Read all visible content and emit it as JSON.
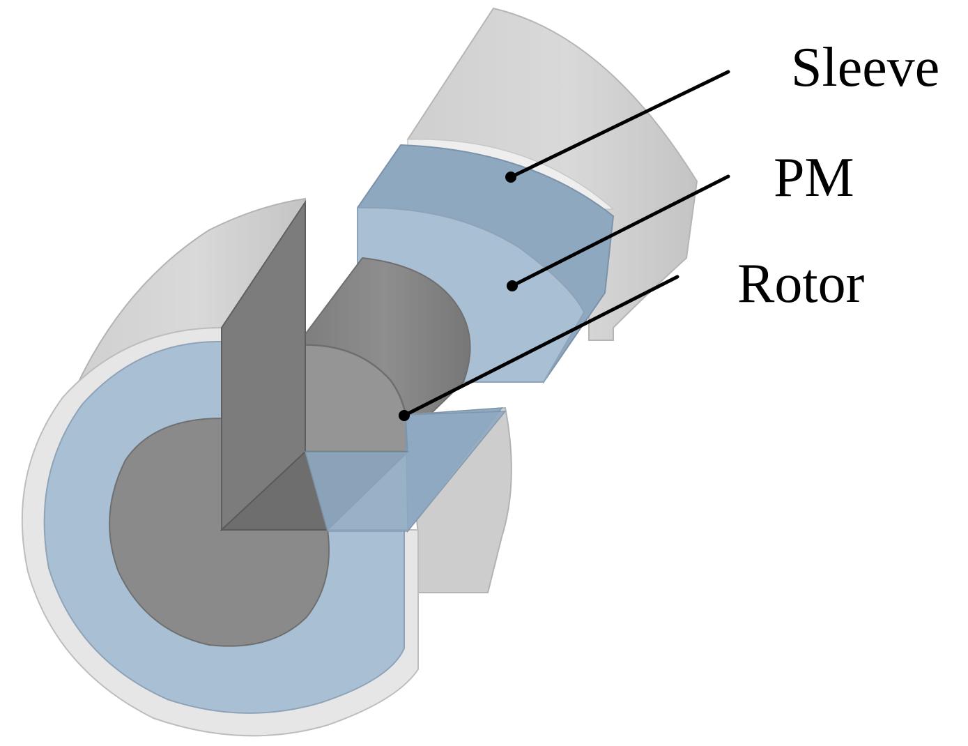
{
  "labels": {
    "sleeve": "Sleeve",
    "pm": "PM",
    "rotor": "Rotor"
  },
  "colors": {
    "sleeve": "#d6d6d6",
    "pm": "#a9bfd4",
    "rotor": "#8c8c8c",
    "leader": "#000000"
  }
}
